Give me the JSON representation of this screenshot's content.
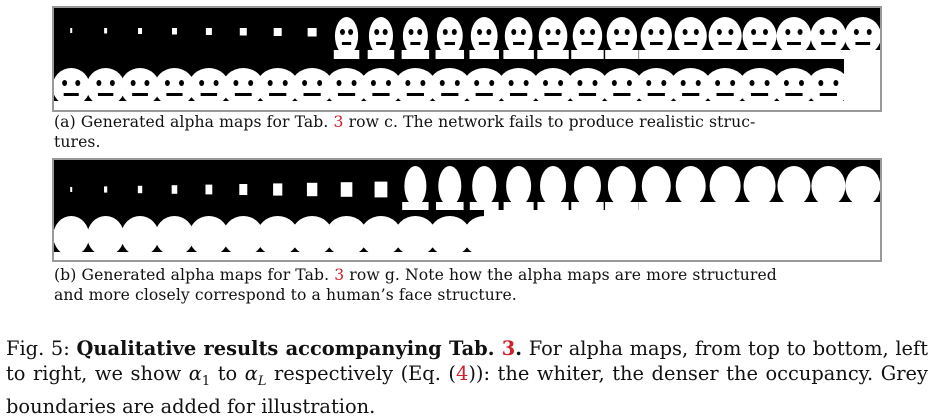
{
  "panel_a": {
    "caption_prefix": "(a) Generated alpha maps for Tab.",
    "caption_ref": "3",
    "caption_line1_rest": "row c. The network fails to produce realistic struc-",
    "caption_line2": "tures."
  },
  "panel_b": {
    "caption_prefix": "(b) Generated alpha maps for Tab.",
    "caption_ref": "3",
    "caption_line1_rest": "row g. Note how the alpha maps are more structured",
    "caption_line2": "and more closely correspond to a human’s face structure."
  },
  "figure_caption": {
    "label": "Fig. 5:",
    "bold_title": "Qualitative results accompanying Tab.",
    "bold_ref": "3",
    "bold_end": ".",
    "text1": "For alpha maps, from top to bottom, left to right, we show",
    "alpha1": "α",
    "alpha1_sub": "1",
    "to": "to",
    "alphaL": "α",
    "alphaL_sub": "L",
    "text2": "respectively (Eq. (",
    "eq_ref": "4",
    "text3": ")): the whiter, the denser the occupancy. Grey boundaries are added for illustration."
  }
}
